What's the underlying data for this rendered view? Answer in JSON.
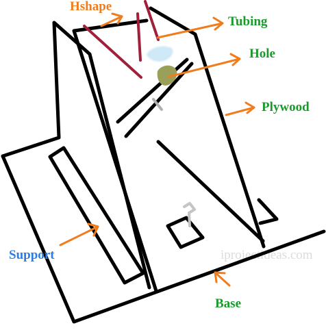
{
  "labels": {
    "hshape": "Hshape",
    "tubing": "Tubing",
    "hole": "Hole",
    "plywood": "Plywood",
    "support": "Support",
    "base": "Base"
  },
  "watermark": "iprojectideas.com",
  "colors": {
    "outline": "#000000",
    "arrow": "#f07c1c",
    "hshape_label": "#f07c1c",
    "green_label": "#1a9a2a",
    "blue_label": "#2b7de1",
    "hshape_rod": "#a0203c",
    "tubing": "#cfe9f7",
    "hole": "#9aa05a",
    "clip": "#b0b0b0"
  }
}
